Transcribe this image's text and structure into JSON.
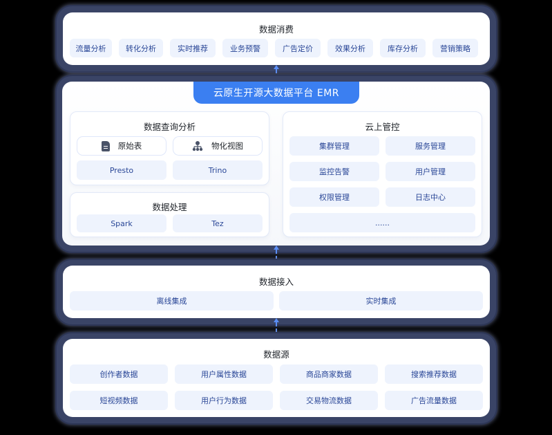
{
  "consumption": {
    "title": "数据消费",
    "items": [
      "流量分析",
      "转化分析",
      "实时推荐",
      "业务预警",
      "广告定价",
      "效果分析",
      "库存分析",
      "营销策略"
    ]
  },
  "platform": {
    "title": "云原生开源大数据平台 EMR",
    "query": {
      "title": "数据查询分析",
      "buttons": [
        {
          "label": "原始表",
          "icon": "document-icon"
        },
        {
          "label": "物化视图",
          "icon": "hierarchy-icon"
        }
      ],
      "engines": [
        "Presto",
        "Trino"
      ]
    },
    "processing": {
      "title": "数据处理",
      "engines": [
        "Spark",
        "Tez"
      ]
    },
    "cloud": {
      "title": "云上管控",
      "items": [
        "集群管理",
        "服务管理",
        "监控告警",
        "用户管理",
        "权限管理",
        "日志中心"
      ],
      "more": "......"
    }
  },
  "ingestion": {
    "title": "数据接入",
    "items": [
      "离线集成",
      "实时集成"
    ]
  },
  "sources": {
    "title": "数据源",
    "items": [
      "创作者数据",
      "用户属性数据",
      "商品商家数据",
      "搜索推荐数据",
      "短视频数据",
      "用户行为数据",
      "交易物流数据",
      "广告流量数据"
    ]
  },
  "colors": {
    "accent": "#3b7ff1",
    "item_text": "#2a4797",
    "item_bg": "#eef3fd",
    "background": "#000000",
    "halo": "#3a4466"
  }
}
